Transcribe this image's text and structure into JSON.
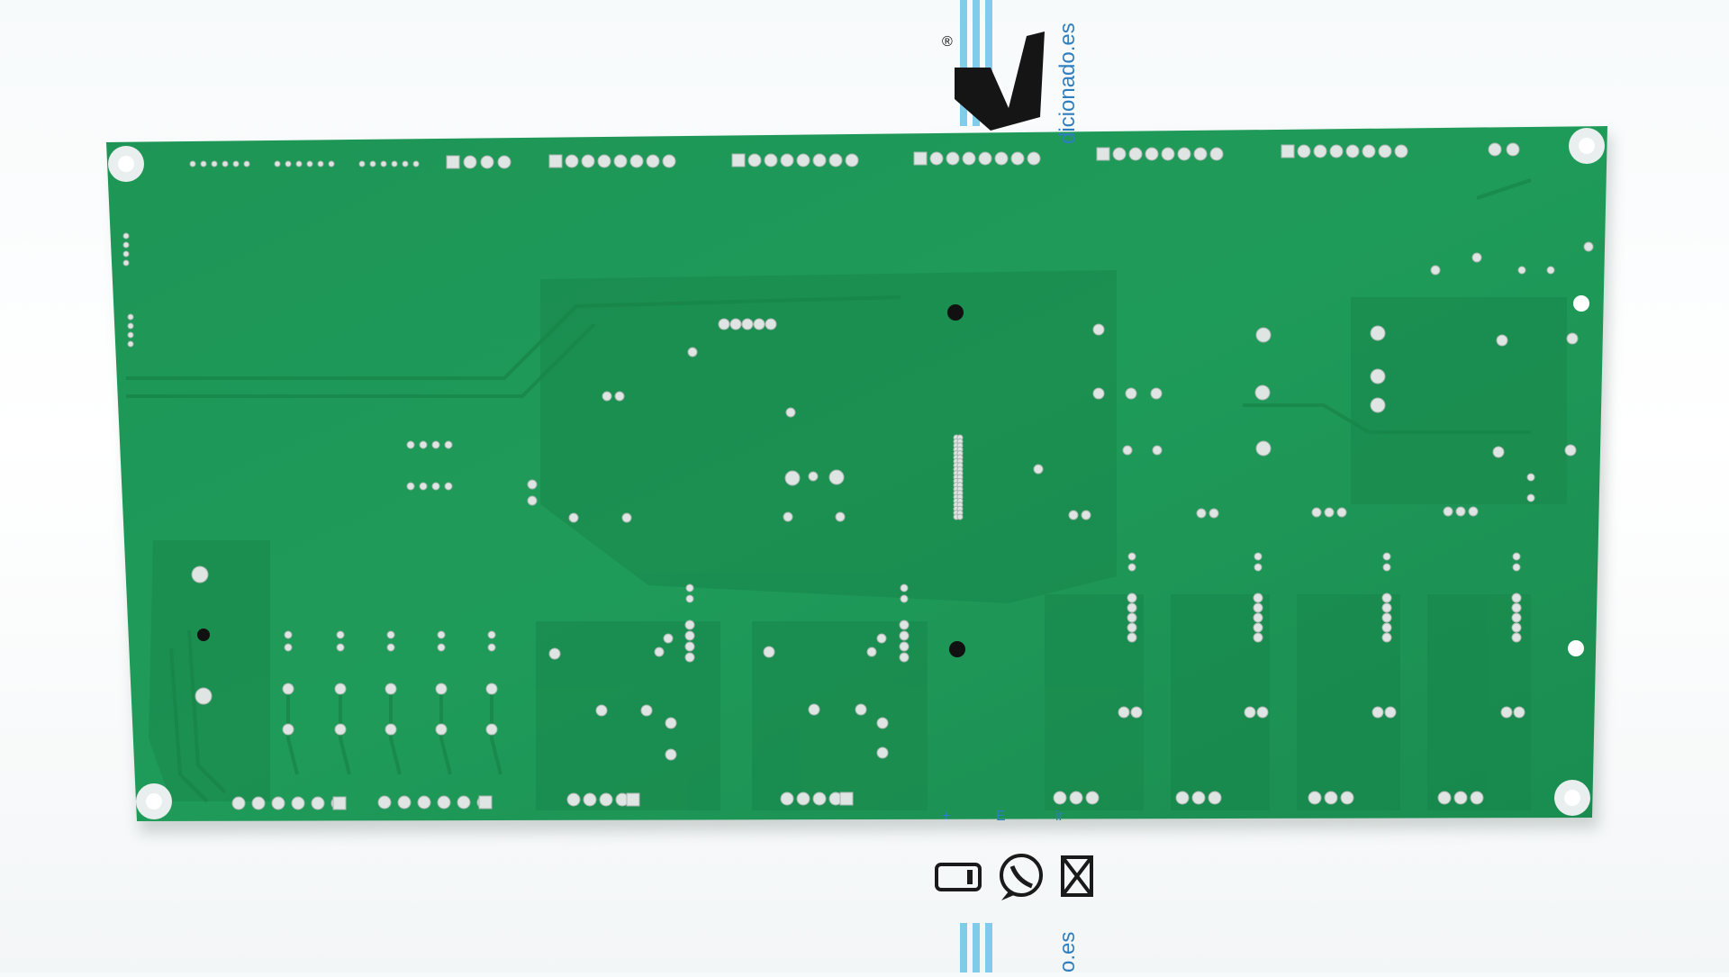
{
  "watermark": {
    "top_text": "dicionado.es",
    "bottom_text": "o.es",
    "registered_mark": "®",
    "partial_marks": [
      "+",
      "E",
      "ir"
    ],
    "brand_color": "#2f7fc0"
  },
  "board": {
    "color": "#1f9a58",
    "contact_icons": [
      "phone-icon",
      "whatsapp-icon",
      "email-icon"
    ]
  }
}
